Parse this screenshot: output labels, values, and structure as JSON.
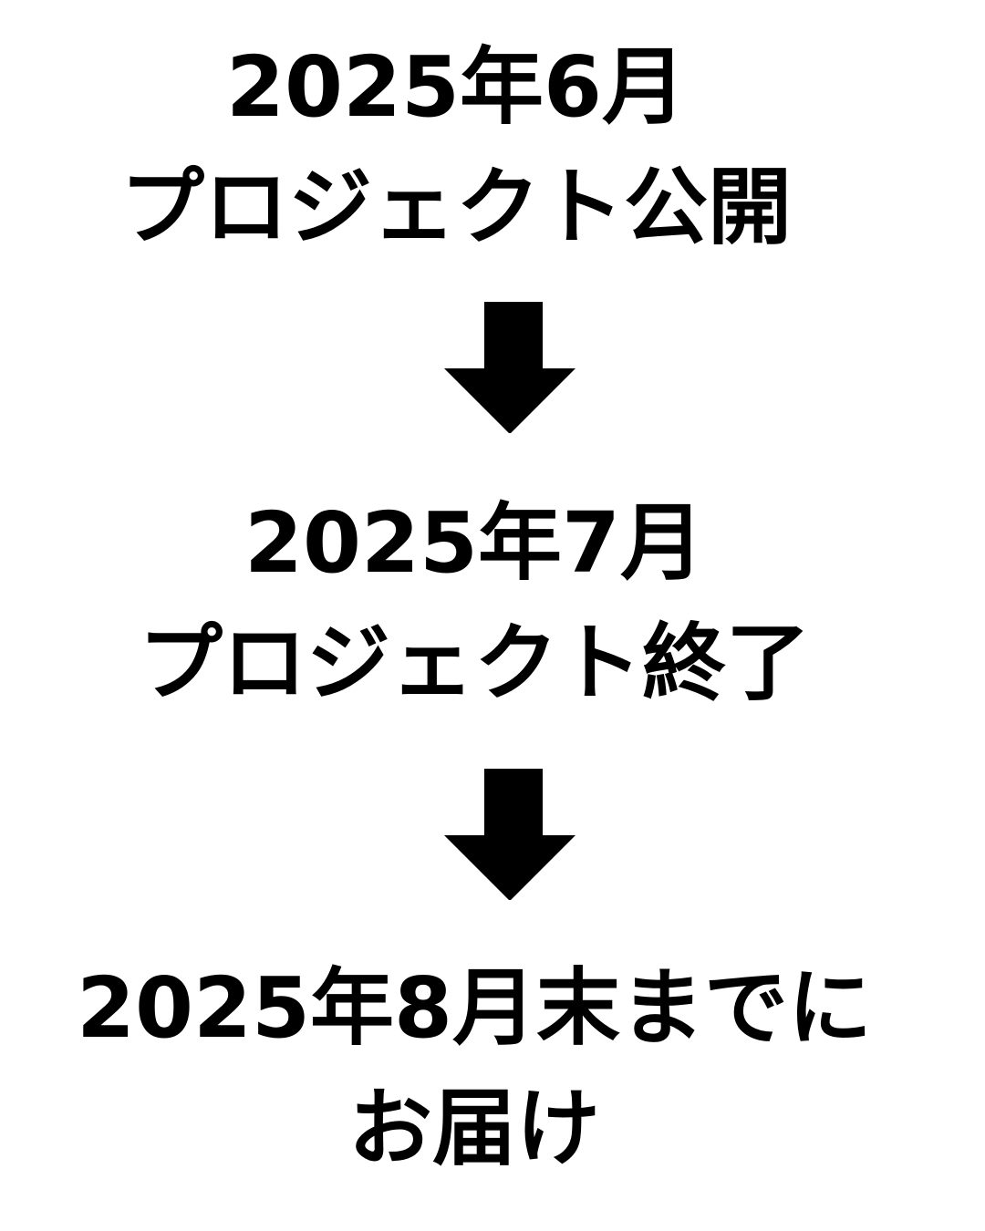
{
  "steps": [
    {
      "line1": "2025年6月",
      "line2": "プロジェクト公開"
    },
    {
      "line1": "2025年7月",
      "line2": "プロジェクト終了"
    },
    {
      "line1": "2025年8月末までに",
      "line2": "お届け"
    }
  ],
  "arrows": [
    {
      "icon": "arrow-down-icon"
    },
    {
      "icon": "arrow-down-icon"
    }
  ],
  "colors": {
    "background": "#ffffff",
    "text": "#000000",
    "arrow": "#000000"
  }
}
